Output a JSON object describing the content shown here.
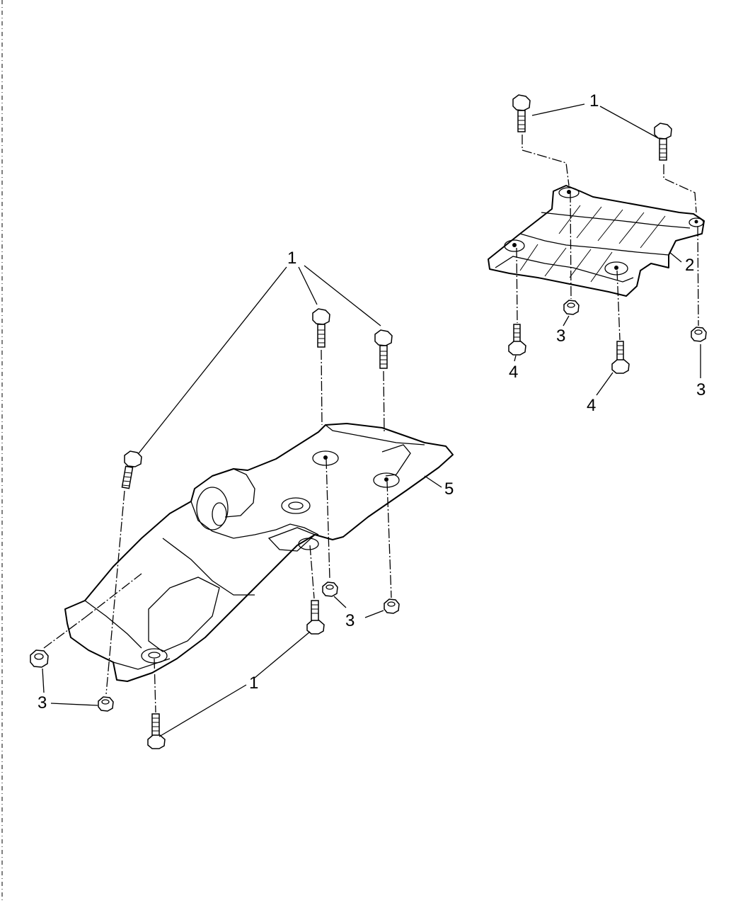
{
  "diagram": {
    "callouts": {
      "bolt": "1",
      "skid_plate_transfer_case": "2",
      "nut": "3",
      "bolt_short": "4",
      "skid_plate_fuel_tank": "5"
    }
  }
}
